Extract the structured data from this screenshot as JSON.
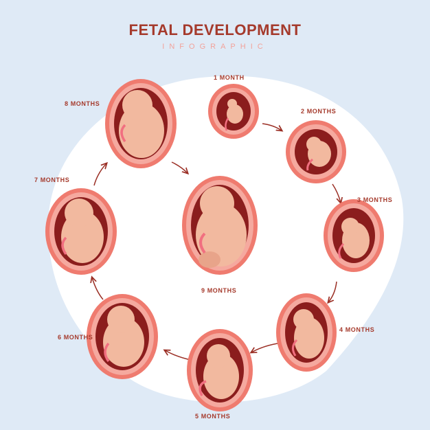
{
  "header": {
    "title": "FETAL DEVELOPMENT",
    "subtitle": "INFOGRAPHIC"
  },
  "stages": [
    {
      "label": "1 MONTH"
    },
    {
      "label": "2 MONTHS"
    },
    {
      "label": "3 MONTHS"
    },
    {
      "label": "4 MONTHS"
    },
    {
      "label": "5 MONTHS"
    },
    {
      "label": "6 MONTHS"
    },
    {
      "label": "7 MONTHS"
    },
    {
      "label": "8 MONTHS"
    },
    {
      "label": "9 MONTHS"
    }
  ],
  "colors": {
    "background": "#dfeaf6",
    "circle": "#ffffff",
    "title": "#a53a2c",
    "subtitle": "#f3a29a",
    "uterus_outer": "#ef7b6f",
    "uterus_wall": "#f5a99f",
    "uterus_inner": "#8b1d1d",
    "fetus_skin": "#f2b99f",
    "fetus_shade": "#e8a48a",
    "umbilical_cord": "#f16f80",
    "arrow": "#9a2e24"
  },
  "icons": [
    "uterus-icon",
    "fetus-icon",
    "arrow-icon"
  ]
}
